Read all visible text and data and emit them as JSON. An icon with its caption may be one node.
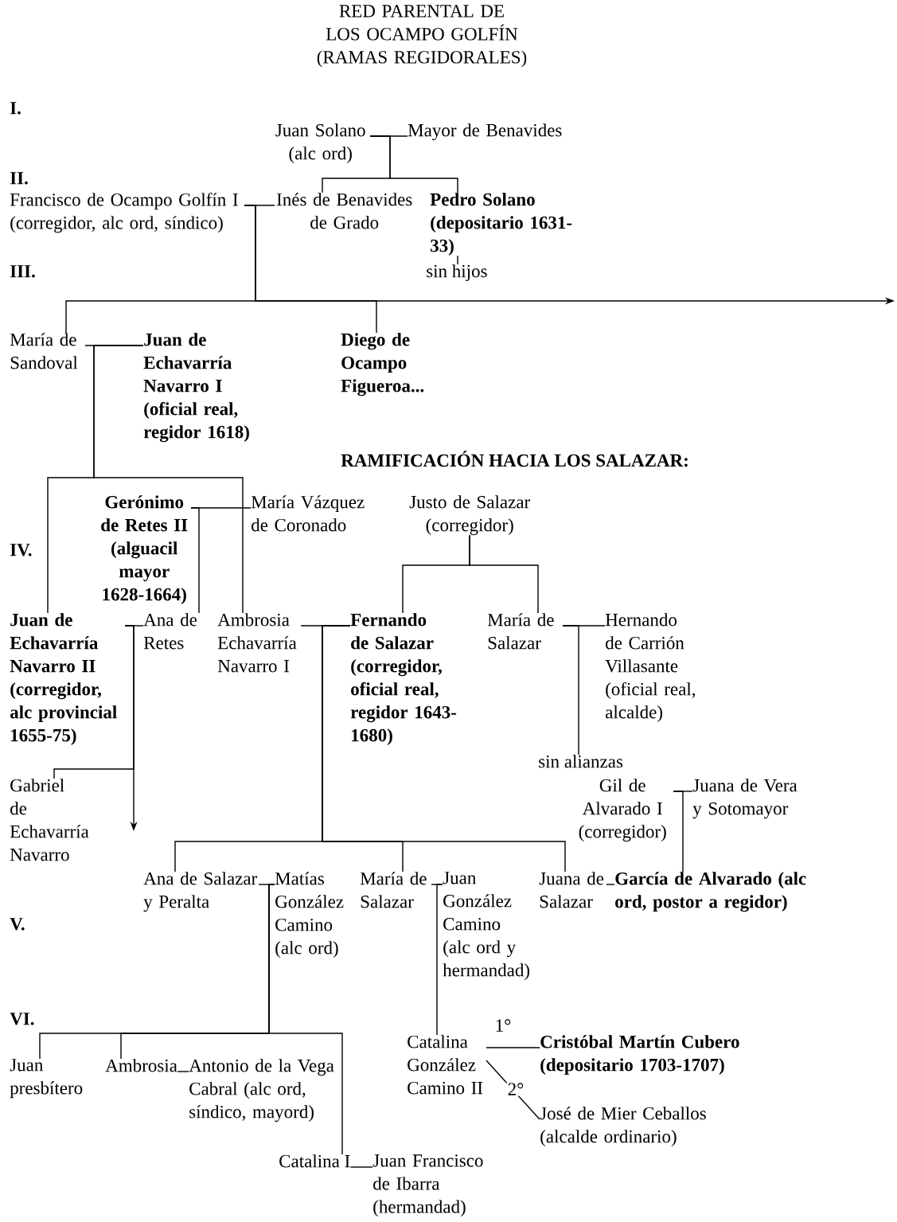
{
  "diagram": {
    "title": "RED PARENTAL DE LOS OCAMPO GOLFÍN (RAMAS REGIDORALES)",
    "nodes": [
      {
        "text": [
          "Juan Solano (alc ord)"
        ]
      },
      {
        "text": [
          "Mayor de Benavides"
        ]
      },
      {
        "text": [
          "Francisco de Ocampo Golfín I (corregidor, alc ord, síndico)"
        ]
      },
      {
        "text": [
          "Inés de Benavides de Grado"
        ]
      },
      {
        "text": [
          "Pedro Solano (depositario 1631-33)"
        ]
      },
      {
        "text": [
          "sin hijos"
        ]
      },
      {
        "text": [
          "María de Sandoval"
        ]
      },
      {
        "text": [
          "Juan de Echavarría Navarro I (oficial real, regidor 1618)"
        ]
      },
      {
        "text": [
          "Diego de Ocampo Figueroa..."
        ]
      },
      {
        "text": [
          "Gerónimo de Retes II (alguacil mayor 1628-1664)"
        ]
      },
      {
        "text": [
          "María Vázquez de Coronado"
        ]
      },
      {
        "text": [
          "Justo de Salazar (corregidor)"
        ]
      },
      {
        "text": [
          "Juan de Echavarría Navarro II (corregidor, alc provincial 1655-75)"
        ]
      },
      {
        "text": [
          "Ana de Retes"
        ]
      },
      {
        "text": [
          "Ambrosia Echavarría Navarro I"
        ]
      },
      {
        "text": [
          "Fernando de Salazar (corregidor, oficial real, regidor 1643-1680)"
        ]
      },
      {
        "text": [
          "María de Salazar"
        ]
      },
      {
        "text": [
          "Hernando de Carrión Villasante (oficial real, alcalde)"
        ]
      },
      {
        "text": [
          "sin alianzas"
        ]
      },
      {
        "text": [
          "Gabriel de Echavarría Navarro"
        ]
      },
      {
        "text": [
          "Gil de Alvarado I (corregidor)"
        ]
      },
      {
        "text": [
          "Juana de Vera y Sotomayor"
        ]
      },
      {
        "text": [
          "Ana de Salazar y Peralta"
        ]
      },
      {
        "text": [
          "Matías González Camino (alc ord)"
        ]
      },
      {
        "text": [
          "María de Salazar"
        ]
      },
      {
        "text": [
          "Juan González Camino (alc ord y hermandad)"
        ]
      },
      {
        "text": [
          "Juana de Salazar"
        ]
      },
      {
        "text": [
          "García de Alvarado (alc ord, postor a regidor)"
        ]
      },
      {
        "text": [
          "Juan presbítero"
        ]
      },
      {
        "text": [
          "Ambrosia"
        ]
      },
      {
        "text": [
          "Antonio de la Vega Cabral (alc ord, síndico, mayord)"
        ]
      },
      {
        "text": [
          "Catalina I"
        ]
      },
      {
        "text": [
          "Juan Francisco de Ibarra (hermandad)"
        ]
      },
      {
        "text": [
          "Catalina González Camino II"
        ]
      },
      {
        "text": [
          "Cristóbal Martín Cubero (depositario 1703-1707)"
        ]
      },
      {
        "text": [
          "José de Mier Ceballos (alcalde ordinario)"
        ]
      }
    ],
    "edges": [
      {
        "from": 0,
        "to": 1,
        "arrow": "none"
      },
      {
        "from": 0,
        "to": 3,
        "arrow": "none"
      },
      {
        "from": 0,
        "to": 4,
        "arrow": "none"
      },
      {
        "from": 2,
        "to": 3,
        "arrow": "none"
      },
      {
        "from": 2,
        "to": 6,
        "arrow": "none"
      },
      {
        "from": 2,
        "to": 8,
        "arrow": "none"
      },
      {
        "from": 2,
        "to": null,
        "arrow": "to"
      },
      {
        "from": 4,
        "to": 5,
        "arrow": "none"
      },
      {
        "from": 6,
        "to": 7,
        "arrow": "none"
      },
      {
        "from": 7,
        "to": 12,
        "arrow": "none"
      },
      {
        "from": 7,
        "to": 14,
        "arrow": "none"
      },
      {
        "from": 9,
        "to": 10,
        "arrow": "none"
      },
      {
        "from": 9,
        "to": 13,
        "arrow": "none"
      },
      {
        "from": 11,
        "to": 15,
        "arrow": "none"
      },
      {
        "from": 11,
        "to": 16,
        "arrow": "none"
      },
      {
        "from": 12,
        "to": 13,
        "arrow": "none"
      },
      {
        "from": 12,
        "to": 19,
        "arrow": "none"
      },
      {
        "from": 12,
        "to": null,
        "arrow": "to"
      },
      {
        "from": 14,
        "to": 15,
        "arrow": "none"
      },
      {
        "from": 15,
        "to": 22,
        "arrow": "none"
      },
      {
        "from": 15,
        "to": 24,
        "arrow": "none"
      },
      {
        "from": 15,
        "to": 26,
        "arrow": "none"
      },
      {
        "from": 16,
        "to": 17,
        "arrow": "none"
      },
      {
        "from": 16,
        "to": 18,
        "arrow": "none"
      },
      {
        "from": 20,
        "to": 21,
        "arrow": "none"
      },
      {
        "from": 20,
        "to": 27,
        "arrow": "none"
      },
      {
        "from": 22,
        "to": 23,
        "arrow": "none"
      },
      {
        "from": 23,
        "to": 28,
        "arrow": "none"
      },
      {
        "from": 23,
        "to": 29,
        "arrow": "none"
      },
      {
        "from": 23,
        "to": 31,
        "arrow": "none"
      },
      {
        "from": 24,
        "to": 25,
        "arrow": "none"
      },
      {
        "from": 25,
        "to": 33,
        "arrow": "none"
      },
      {
        "from": 26,
        "to": 27,
        "arrow": "none"
      },
      {
        "from": 29,
        "to": 30,
        "arrow": "none"
      },
      {
        "from": 31,
        "to": 32,
        "arrow": "none"
      },
      {
        "from": 33,
        "to": 34,
        "arrow": "none",
        "label": "1°"
      },
      {
        "from": 33,
        "to": 35,
        "arrow": "none",
        "label": "2°"
      }
    ],
    "labels": [
      "I.",
      "II.",
      "III.",
      "RAMIFICACIÓN HACIA LOS SALAZAR:",
      "IV.",
      "V.",
      "VI."
    ]
  }
}
